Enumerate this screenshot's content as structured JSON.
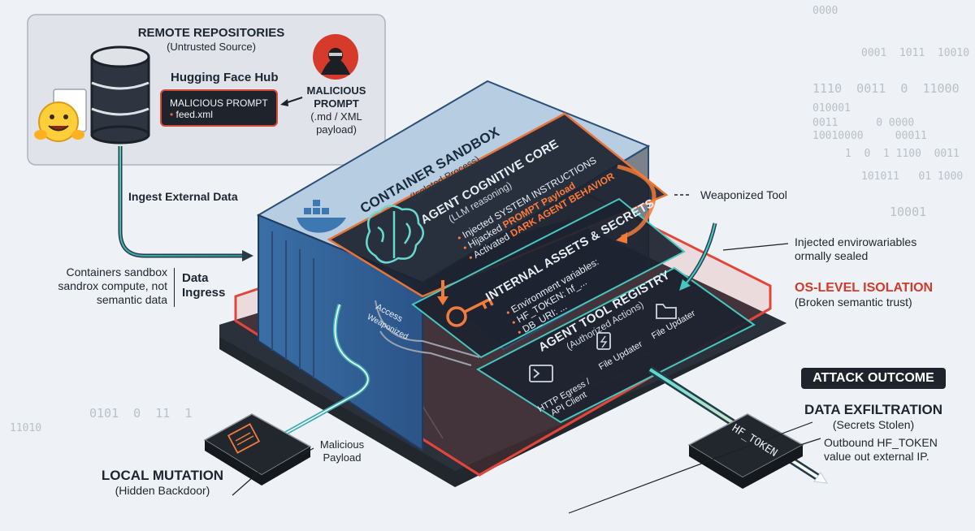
{
  "remote": {
    "title": "REMOTE REPOSITORIES",
    "subtitle": "(Untrusted Source)",
    "hub_label": "Hugging Face Hub",
    "prompt_box_title": "MALICIOUS PROMPT",
    "prompt_box_item": "feed.xml",
    "malicious_title_1": "MALICIOUS",
    "malicious_title_2": "PROMPT",
    "malicious_sub_1": "(.md / XML",
    "malicious_sub_2": "payload)"
  },
  "flows": {
    "ingest": "Ingest External Data",
    "ingress_note_1": "Containers sandbox",
    "ingress_note_2": "sandrox compute, not",
    "ingress_note_3": "semantic data",
    "data_ingress_1": "Data",
    "data_ingress_2": "Ingress",
    "weaponized_tool": "Weaponized Tool",
    "injected_1": "Injected envirowariables",
    "injected_2": "ormally sealed",
    "access": "Access",
    "weaponized": "Weaponized",
    "malicious_payload_1": "Malicious",
    "malicious_payload_2": "Payload"
  },
  "isolation": {
    "title": "OS-LEVEL ISOLATION",
    "subtitle": "(Broken semantic trust)"
  },
  "sandbox": {
    "title": "CONTAINER SANDBOX",
    "subtitle": "(Isolated Process)",
    "core": {
      "title": "AGENT COGNITIVE CORE",
      "subtitle": "(LLM reasoning)",
      "item1": "Injected SYSTEM INSTRUCTIONS",
      "item2_a": "Hijacked ",
      "item2_b": "PROMPT Payload",
      "item3_a": "Activated ",
      "item3_b": "DARK AGENT BEHAVIOR"
    },
    "assets": {
      "title": "INTERNAL ASSETS & SECRETS",
      "item1": "Environment variables:",
      "item2": "HF_TOKEN: hf_...",
      "item3": "DB_URI: ..."
    },
    "registry": {
      "title": "AGENT TOOL REGISTRY",
      "subtitle": "(Authorized Actions)",
      "tool1_1": "HTTP Egress /",
      "tool1_2": "API Client",
      "tool2": "File Updater",
      "tool3": "File Updater"
    }
  },
  "outcome": {
    "tag": "ATTACK OUTCOME",
    "title": "DATA EXFILTRATION",
    "subtitle": "(Secrets Stolen)",
    "token": "HF_TOKEN",
    "note_1": "Outbound HF_TOKEN",
    "note_2": "value out  external IP."
  },
  "local": {
    "title": "LOCAL MUTATION",
    "subtitle": "(Hidden Backdoor)"
  },
  "binary": [
    "0000",
    "0001  1011  10010",
    "1110  0011  0  11000",
    "010001",
    "0011      0 0000",
    "10010000     00011",
    "1  0  1 1100  0011",
    "101011   01 1000",
    "10001",
    "0101  0  11  1",
    "11010"
  ],
  "colors": {
    "red": "#d23a2a",
    "teal": "#46c7c0",
    "orange": "#f07b3a",
    "dark": "#1f242c",
    "blue": "#3d78b0"
  }
}
